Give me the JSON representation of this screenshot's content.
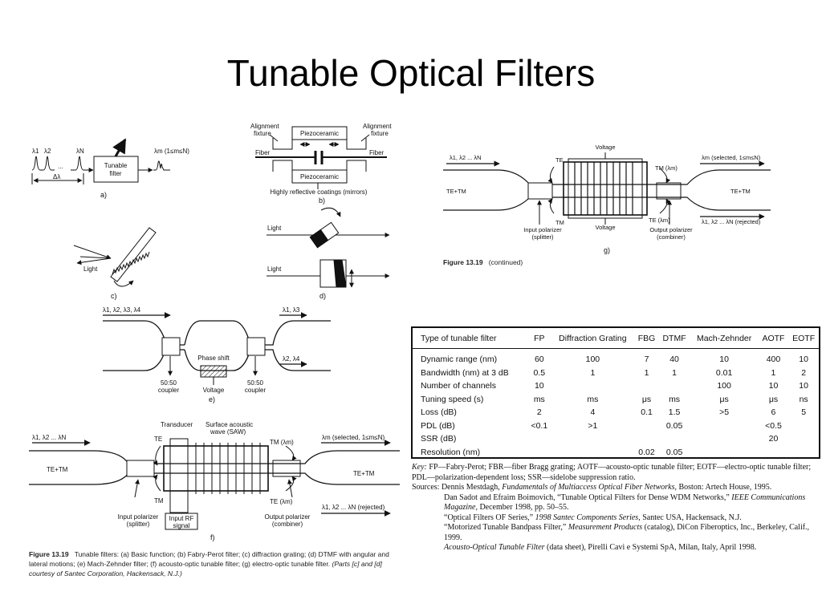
{
  "title": "Tunable Optical Filters",
  "fig_a": {
    "lambda1": "λ1",
    "lambda2": "λ2",
    "dots": "...",
    "lambdaN": "λN",
    "delta_lambda": "Δλ",
    "box_line1": "Tunable",
    "box_line2": "filter",
    "output": "λm (1≤m≤N)",
    "label": "a)"
  },
  "fig_b": {
    "align_left_1": "Alignment",
    "align_left_2": "fixture",
    "align_right_1": "Alignment",
    "align_right_2": "fixture",
    "piezo_top": "Piezoceramic",
    "piezo_bottom": "Piezoceramic",
    "fiber_left": "Fiber",
    "fiber_right": "Fiber",
    "coatings": "Highly reflective coatings (mirrors)",
    "label": "b)"
  },
  "fig_c": {
    "light": "Light",
    "label": "c)"
  },
  "fig_d": {
    "light_top": "Light",
    "light_bottom": "Light",
    "label": "d)"
  },
  "fig_e": {
    "input": "λ1, λ2, λ3, λ4",
    "out_top": "λ1, λ3",
    "out_bottom": "λ2, λ4",
    "phase_shift": "Phase shift",
    "coupler_left_1": "50:50",
    "coupler_left_2": "coupler",
    "coupler_right_1": "50:50",
    "coupler_right_2": "coupler",
    "voltage": "Voltage",
    "label": "e)"
  },
  "fig_f": {
    "input": "λ1, λ2 ... λN",
    "transducer": "Transducer",
    "saw_1": "Surface acoustic",
    "saw_2": "wave (SAW)",
    "te": "TE",
    "tm": "TM",
    "tm_out": "TM (λm)",
    "te_out": "TE (λm)",
    "selected": "λm (selected, 1≤m≤N)",
    "rejected": "λ1, λ2 ... λN (rejected)",
    "left_mode": "TE+TM",
    "right_mode": "TE+TM",
    "in_pol_1": "Input polarizer",
    "in_pol_2": "(splitter)",
    "out_pol_1": "Output polarizer",
    "out_pol_2": "(combiner)",
    "rf_1": "Input RF",
    "rf_2": "signal",
    "label": "f)"
  },
  "fig_g": {
    "input": "λ1, λ2 ... λN",
    "voltage_top": "Voltage",
    "voltage_bottom": "Voltage",
    "te": "TE",
    "tm": "TM",
    "tm_out": "TM (λm)",
    "te_out": "TE (λm)",
    "selected": "λm (selected, 1≤m≤N)",
    "rejected": "λ1, λ2 ... λN (rejected)",
    "left_mode": "TE+TM",
    "right_mode": "TE+TM",
    "in_pol_1": "Input polarizer",
    "in_pol_2": "(splitter)",
    "out_pol_1": "Output polarizer",
    "out_pol_2": "(combiner)",
    "label": "g)"
  },
  "caption_continued": {
    "figure": "Figure 13.19",
    "text": "(continued)"
  },
  "caption_main": {
    "figure": "Figure 13.19",
    "text": "Tunable filters: (a) Basic function; (b) Fabry-Perot filter; (c) diffraction grating; (d) DTMF with angular and lateral motions; (e) Mach-Zehnder filter; (f) acousto-optic tunable filter; (g) electro-optic tunable filter.",
    "credit": "(Parts [c] and [d] courtesy of Santec Corporation, Hackensack, N.J.)"
  },
  "table": {
    "headers": [
      "Type of tunable filter",
      "FP",
      "Diffraction Grating",
      "FBG",
      "DTMF",
      "Mach-Zehnder",
      "AOTF",
      "EOTF"
    ],
    "rows": [
      [
        "Dynamic range (nm)",
        "60",
        "100",
        "7",
        "40",
        "10",
        "400",
        "10"
      ],
      [
        "Bandwidth (nm) at 3 dB",
        "0.5",
        "1",
        "1",
        "1",
        "0.01",
        "1",
        "2"
      ],
      [
        "Number of channels",
        "10",
        "",
        "",
        "",
        "100",
        "10",
        "10"
      ],
      [
        "Tuning speed (s)",
        "ms",
        "ms",
        "μs",
        "ms",
        "μs",
        "μs",
        "ns"
      ],
      [
        "Loss (dB)",
        "2",
        "4",
        "0.1",
        "1.5",
        ">5",
        "6",
        "5"
      ],
      [
        "PDL (dB)",
        "<0.1",
        ">1",
        "",
        "0.05",
        "",
        "<0.5",
        ""
      ],
      [
        "SSR (dB)",
        "",
        "",
        "",
        "",
        "",
        "20",
        ""
      ],
      [
        "Resolution (nm)",
        "",
        "",
        "0.02",
        "0.05",
        "",
        "",
        ""
      ]
    ]
  },
  "key": {
    "key_label": "Key:",
    "key_text": "FP—Fabry-Perot; FBR—fiber Bragg grating; AOTF—acousto-optic tunable filter; EOTF—electro-optic tunable filter; PDL—polarization-dependent loss; SSR—sidelobe suppression ratio.",
    "sources_label": "Sources:",
    "s1_author": "Dennis Mestdagh, ",
    "s1_title": "Fundamentals of Multiaccess Optical Fiber Networks,",
    "s1_rest": " Boston: Artech House, 1995.",
    "s2_author": "Dan Sadot and Efraim Boimovich, “Tunable Optical Filters for Dense WDM Networks,” ",
    "s2_title": "IEEE Communications Magazine,",
    "s2_rest": " December 1998, pp. 50–55.",
    "s3_author": "“Optical Filters OF Series,” ",
    "s3_title": "1998 Santec Components Series,",
    "s3_rest": " Santec USA, Hackensack, N.J.",
    "s4_author": "“Motorized Tunable Bandpass Filter,” ",
    "s4_title": "Measurement Products",
    "s4_rest": " (catalog), DiCon Fiberoptics, Inc., Berkeley, Calif., 1999.",
    "s5_title": "Acousto-Optical Tunable Filter",
    "s5_rest": " (data sheet), Pirelli Cavi e Systemi SpA, Milan, Italy, April 1998."
  }
}
